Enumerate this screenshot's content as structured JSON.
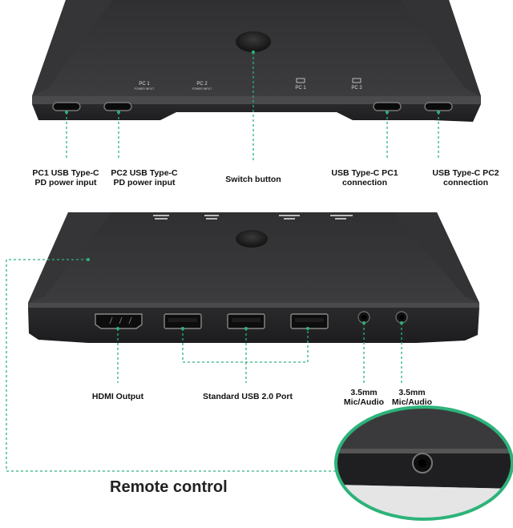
{
  "colors": {
    "guide": "#2db37a",
    "device": "#3a3a3c",
    "device_top": "#2b2b2d",
    "edge": "#5a5a5c"
  },
  "top_device": {
    "silk": {
      "pc1": "PC 1",
      "pc1_sub": "POWER INPUT",
      "pc2": "PC 2",
      "pc2_sub": "POWER INPUT",
      "pc1_conn": "PC 1",
      "pc2_conn": "PC 2"
    },
    "labels": {
      "pc1_power": "PC1 USB Type-C\nPD power input",
      "pc2_power": "PC2 USB Type-C\nPD power input",
      "switch": "Switch button",
      "pc1_conn": "USB Type-C PC1\nconnection",
      "pc2_conn": "USB Type-C PC2\nconnection"
    }
  },
  "bottom_device": {
    "labels": {
      "hdmi": "HDMI Output",
      "usb": "Standard USB 2.0 Port",
      "audio1": "3.5mm\nMic/Audio",
      "audio2": "3.5mm\nMic/Audio"
    }
  },
  "remote_label": "Remote control"
}
